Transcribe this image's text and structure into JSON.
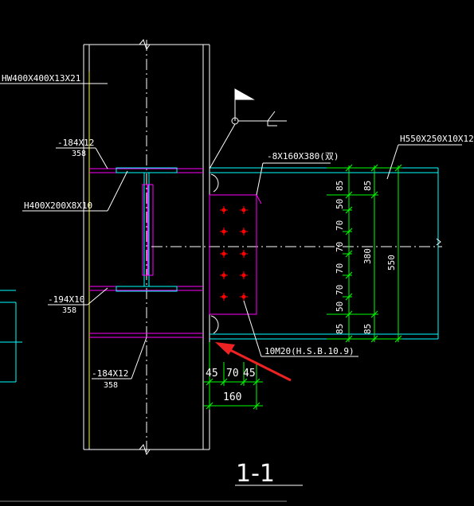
{
  "labels": {
    "column": "HW400X400X13X21",
    "stiffener_top": "-184X12",
    "stiffener_top_len": "358",
    "stub_beam": "H400X200X8X10",
    "stiffener_mid": "-194X10",
    "stiffener_mid_len": "358",
    "stiffener_bot": "-184X12",
    "stiffener_bot_len": "358",
    "splice_plate": "-8X160X380(双)",
    "beam": "H550X250X10X12",
    "bolts": "10M20(H.S.B.10.9)",
    "section_title": "1-1"
  },
  "dims_vertical_inner": [
    "85",
    "50",
    "70",
    "70",
    "70",
    "70",
    "50",
    "85"
  ],
  "dims_vertical_mid": [
    "85",
    "380",
    "85"
  ],
  "dims_vertical_outer": [
    "550"
  ],
  "dims_horizontal": [
    "45",
    "70",
    "45"
  ],
  "dims_horizontal_total": "160",
  "colors": {
    "background": "#000000",
    "white": "#ffffff",
    "yellow": "#ffff00",
    "green": "#00ff00",
    "cyan": "#00ffff",
    "magenta": "#ff00ff",
    "red": "#ff0000",
    "arrow": "#ee2222"
  }
}
